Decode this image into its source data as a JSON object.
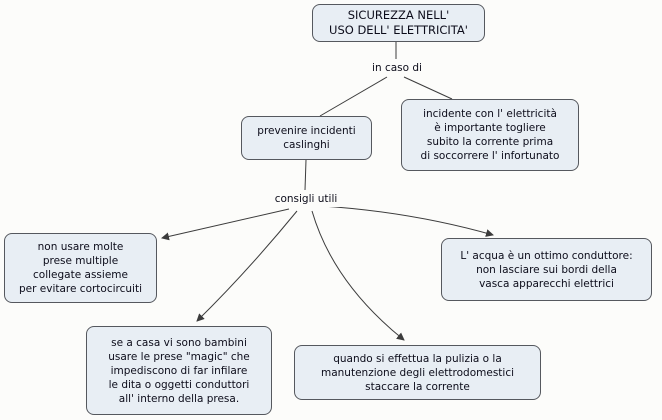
{
  "concept_map": {
    "title": "SICUREZZA NELL'\nUSO DELL' ELETTRICITA'",
    "labels": {
      "in_caso_di": "in caso di",
      "consigli_utili": "consigli utili"
    },
    "nodes": {
      "prevenire": "prevenire incidenti\ncaslinghi",
      "incidente": "incidente con l' elettricità\nè importante togliere\nsubito la corrente prima\ndi soccorrere l' infortunato",
      "prese_multiple": "non usare molte\nprese multiple\ncollegate assieme\nper evitare cortocircuiti",
      "prese_magic": "se a casa vi sono bambini\nusare le prese \"magic\" che\nimpediscono di far infilare\nle dita o oggetti conduttori\nall' interno della presa.",
      "pulizia": "quando si effettua la pulizia o la\nmanutenzione degli elettrodomestici\nstaccare la corrente",
      "acqua": "L' acqua è un ottimo conduttore:\nnon lasciare sui bordi della\nvasca apparecchi elettrici"
    },
    "colors": {
      "background": "#fcfcfa",
      "node_bg": "#e8eef4",
      "node_border": "#55585e",
      "text": "#0c0c1a",
      "line": "#3c3c3c"
    }
  }
}
